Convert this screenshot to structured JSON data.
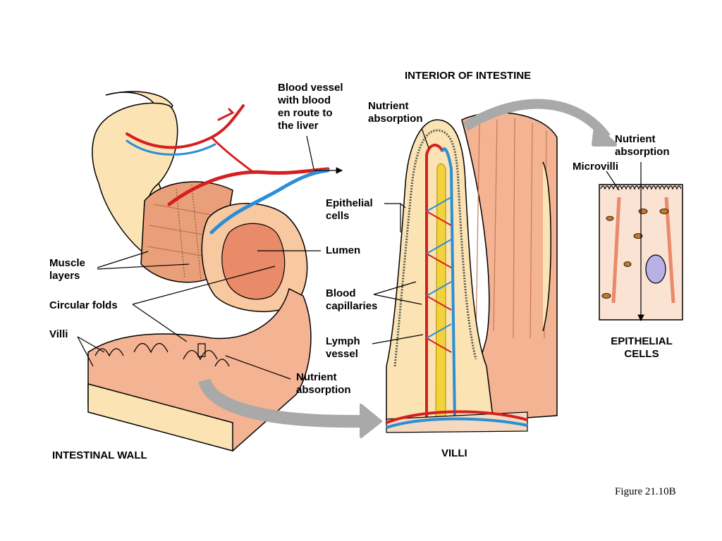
{
  "labels": {
    "blood_vessel": "Blood vessel\nwith blood\nen route to\nthe liver",
    "interior_title": "INTERIOR OF INTESTINE",
    "nutrient_absorption_top": "Nutrient\nabsorption",
    "nutrient_absorption_right": "Nutrient\nabsorption",
    "microvilli": "Microvilli",
    "epithelial_cells": "Epithelial\ncells",
    "lumen": "Lumen",
    "blood_capillaries": "Blood\ncapillaries",
    "lymph_vessel": "Lymph\nvessel",
    "muscle_layers": "Muscle\nlayers",
    "circular_folds": "Circular folds",
    "villi": "Villi",
    "nutrient_absorption_bottom": "Nutrient\nabsorption",
    "intestinal_wall": "INTESTINAL WALL",
    "villi_caption": "VILLI",
    "epithelial_cells_caption": "EPITHELIAL\nCELLS",
    "figure_number": "Figure 21.10B"
  },
  "colors": {
    "tube": "#fbe3b4",
    "muscle": "#e9a07a",
    "lining": "#f4b393",
    "artery": "#d42020",
    "vein": "#2a8fd6",
    "lymph": "#f4d23c",
    "arrow": "#a9a9a9",
    "nucleus": "#b9b0e6"
  }
}
